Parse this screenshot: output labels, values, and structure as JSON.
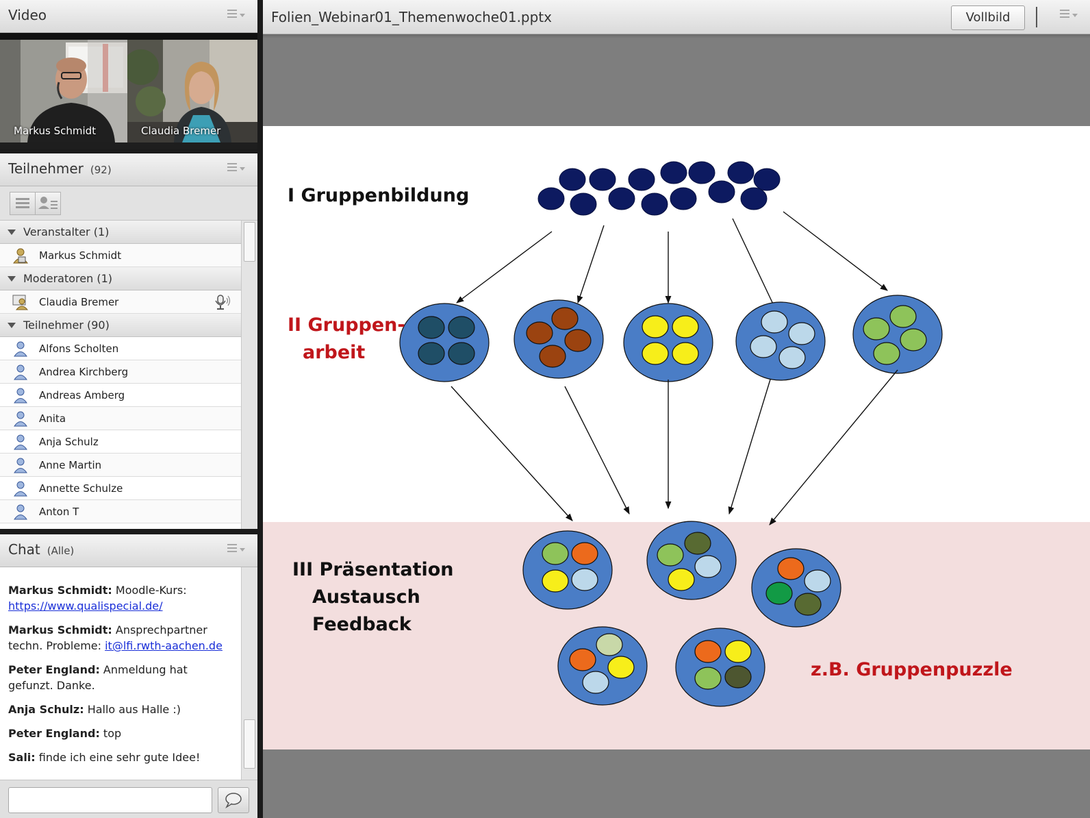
{
  "video": {
    "title": "Video",
    "cams": [
      {
        "name": "Markus Schmidt"
      },
      {
        "name": "Claudia Bremer"
      }
    ]
  },
  "participants": {
    "title": "Teilnehmer",
    "count": "(92)",
    "groups": [
      {
        "label": "Veranstalter (1)",
        "people": [
          "Markus Schmidt"
        ]
      },
      {
        "label": "Moderatoren (1)",
        "people": [
          "Claudia Bremer"
        ]
      },
      {
        "label": "Teilnehmer (90)",
        "people": [
          "Alfons Scholten",
          "Andrea Kirchberg",
          "Andreas Amberg",
          "Anita",
          "Anja Schulz",
          "Anne Martin",
          "Annette Schulze",
          "Anton T"
        ]
      }
    ]
  },
  "chat": {
    "title": "Chat",
    "scope": "(Alle)",
    "messages": [
      {
        "sender": "Markus Schmidt:",
        "text": " Moodle-Kurs:",
        "link": "https://www.qualispecial.de/"
      },
      {
        "sender": "Markus Schmidt:",
        "text": " Ansprechpartner techn. Probleme: ",
        "link": "it@lfi.rwth-aachen.de"
      },
      {
        "sender": "Peter England:",
        "text": " Anmeldung hat  gefunzt. Danke."
      },
      {
        "sender": "Anja Schulz:",
        "text": " Hallo aus Halle :)"
      },
      {
        "sender": "Peter England:",
        "text": " top"
      },
      {
        "sender": "Sali:",
        "text": " finde ich eine sehr gute Idee!"
      }
    ],
    "input_value": ""
  },
  "share": {
    "filename": "Folien_Webinar01_Themenwoche01.pptx",
    "fullscreen_label": "Vollbild"
  },
  "slide": {
    "heading_1": "I Gruppenbildung",
    "heading_2_line1": "II Gruppen-",
    "heading_2_line2": "arbeit",
    "heading_3_line1": "III Präsentation",
    "heading_3_line2": "Austausch",
    "heading_3_line3": "Feedback",
    "example": "z.B. Gruppenpuzzle",
    "colors": {
      "navy": "#0d1a60",
      "group_fill": "#4a7dc6",
      "red_text": "#c0161b",
      "pink_band": "#f3dede",
      "dark_teal": "#1f4e66",
      "brown": "#9b4310",
      "yellow": "#f7ee1a",
      "light_blue": "#bcd8ea",
      "green": "#8ec35a",
      "orange": "#ec6a1c",
      "olive": "#586a32",
      "dark_green": "#129a45",
      "pale_green": "#c8d8a8",
      "dark_olive": "#4d5630"
    }
  }
}
